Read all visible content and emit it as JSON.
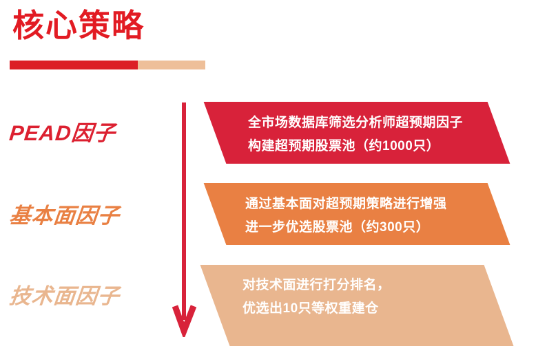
{
  "header": {
    "title": "核心策略",
    "rule": {
      "red_color": "#dc1f26",
      "peach_color": "#eebf99"
    }
  },
  "arrow": {
    "name": "downward-flow-arrow",
    "color": "#d8223a"
  },
  "stages": [
    {
      "label": "PEAD因子",
      "label_color": "#dc2030",
      "band_color": "#d8223a",
      "lines": [
        "全市场数据库筛选分析师超预期因子",
        "构建超预期股票池（约1000只）"
      ]
    },
    {
      "label": "基本面因子",
      "label_color": "#e98043",
      "band_color": "#e98043",
      "lines": [
        "通过基本面对超预期策略进行增强",
        "进一步优选股票池（约300只）"
      ]
    },
    {
      "label": "技术面因子",
      "label_color": "#e9b68f",
      "band_color": "#e9b68f",
      "lines": [
        "对技术面进行打分排名，",
        "优选出10只等权重建仓"
      ]
    }
  ]
}
